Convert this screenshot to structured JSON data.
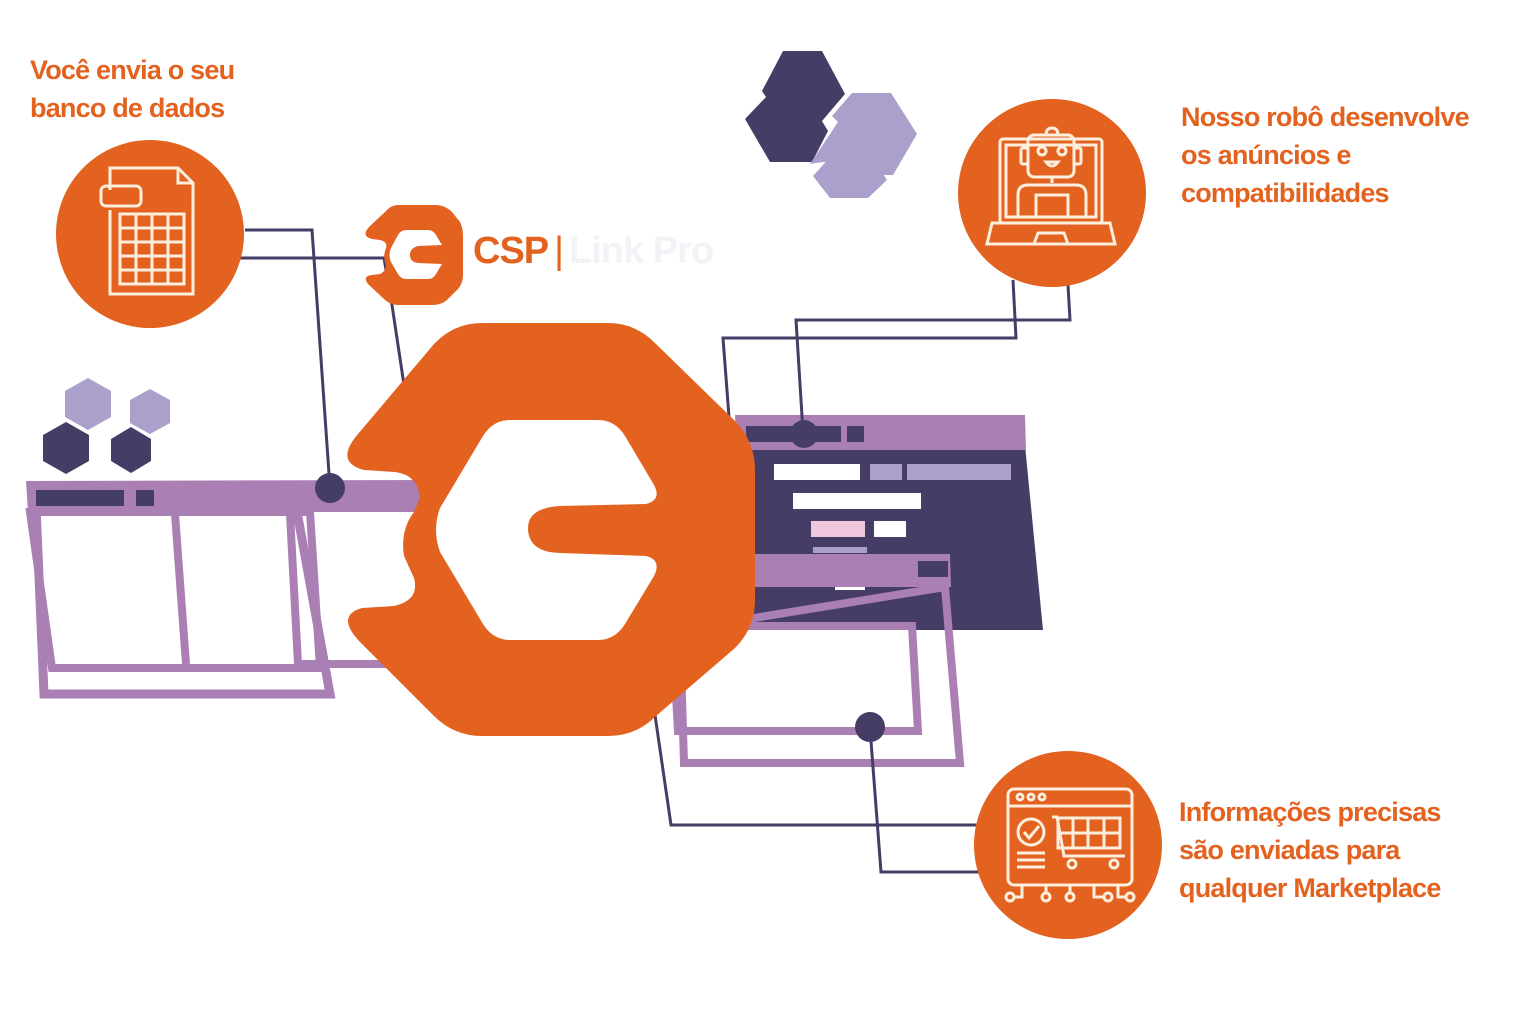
{
  "steps": [
    {
      "id": "upload-database",
      "icon": "spreadsheet-file-icon",
      "lines": [
        "Você envia o seu",
        "banco de dados"
      ]
    },
    {
      "id": "robot-develops",
      "icon": "robot-laptop-icon",
      "lines": [
        "Nosso robô desenvolve",
        "os anúncios e",
        "compatibilidades"
      ]
    },
    {
      "id": "send-marketplace",
      "icon": "marketplace-cart-icon",
      "lines": [
        "Informações precisas",
        "são enviadas  para",
        "qualquer Marketplace"
      ]
    }
  ],
  "brand": {
    "name": "CSP",
    "separator": "|",
    "product": "Link Pro",
    "logo_icon": "csp-wrench-logo-icon"
  },
  "colors": {
    "orange": "#e3621f",
    "dark_purple": "#463d66",
    "mid_purple": "#a97fb4",
    "light_purple": "#aba0cc",
    "pink": "#f0c8de",
    "cream": "#fdeedd",
    "white": "#ffffff"
  }
}
